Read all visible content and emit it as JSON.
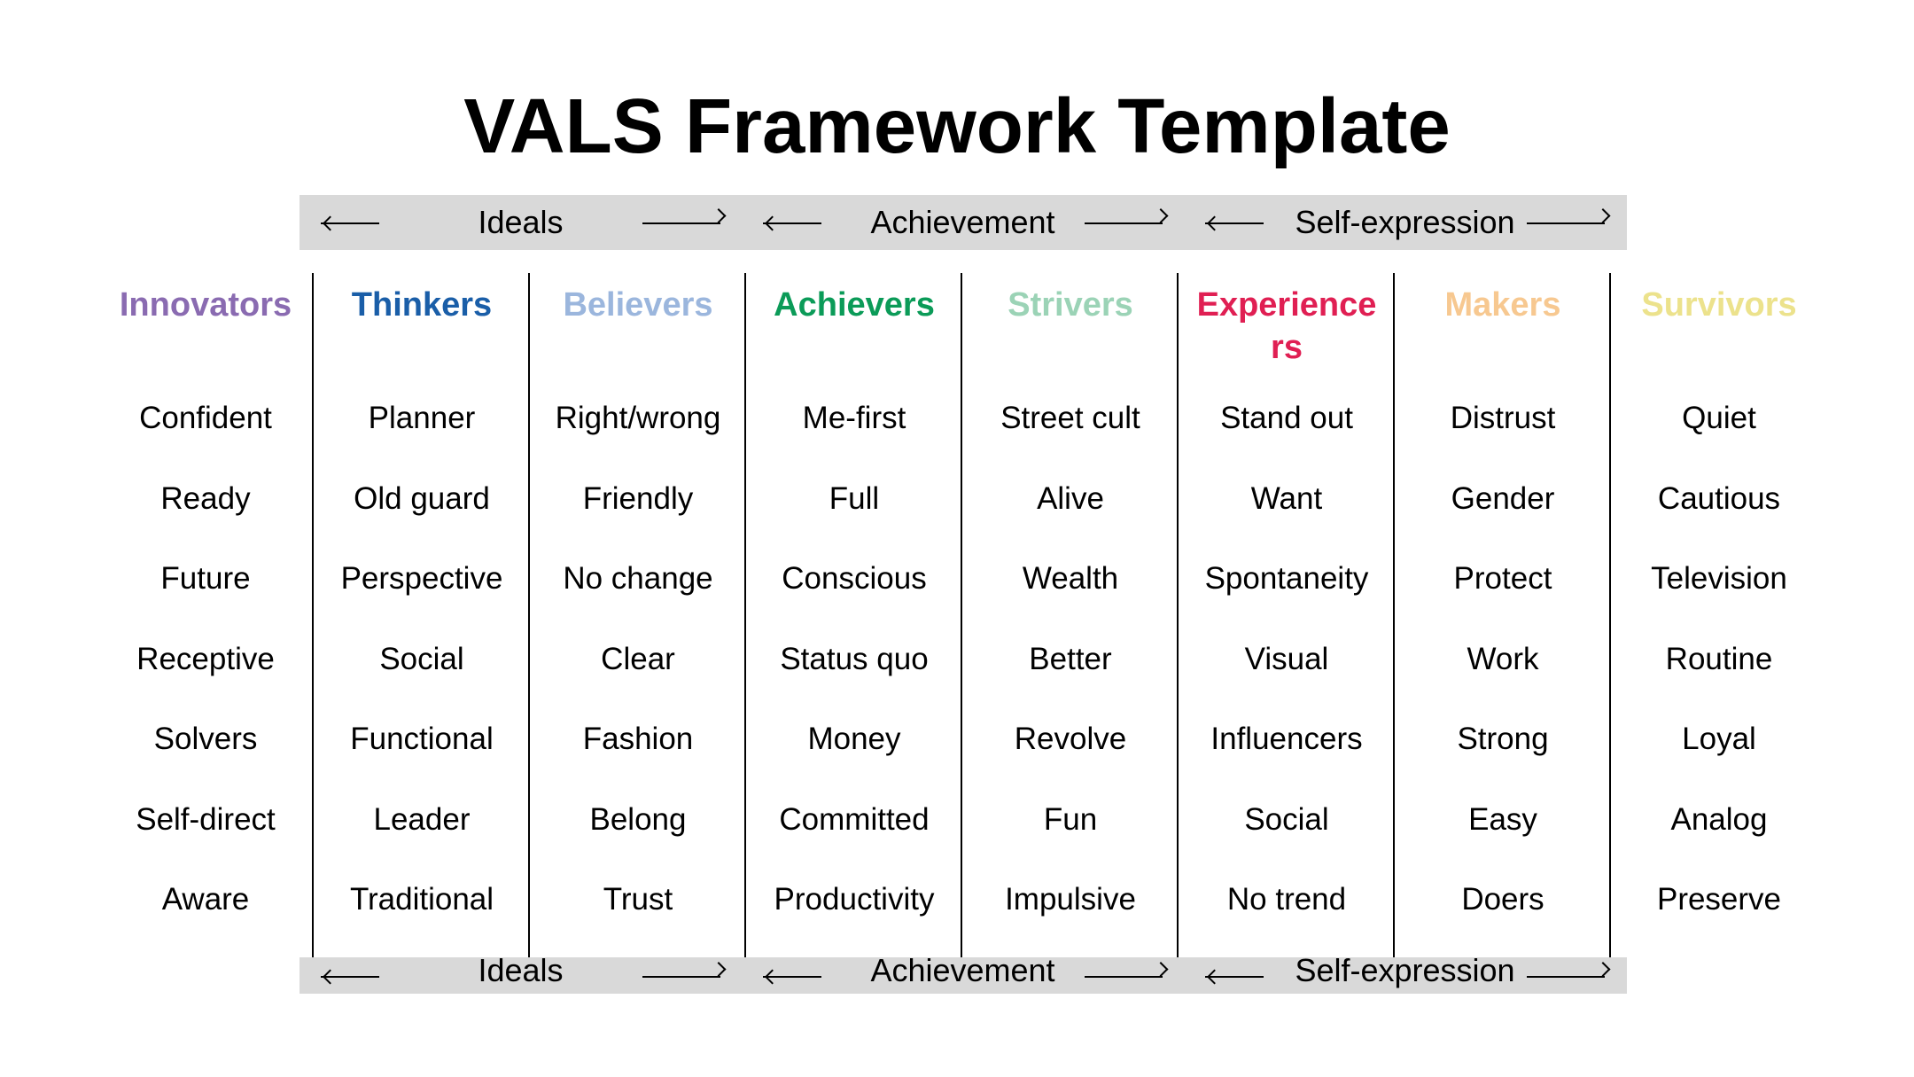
{
  "title": "VALS Framework Template",
  "bands": {
    "top": [
      "Ideals",
      "Achievement",
      "Self-expression"
    ],
    "bottom": [
      "Ideals",
      "Achievement",
      "Self-expression"
    ]
  },
  "colors": {
    "Innovators": "#8a6bb1",
    "Thinkers": "#1a5ea8",
    "Believers": "#9bb6dd",
    "Achievers": "#0b9b58",
    "Strivers": "#9bd3b6",
    "Experiencers": "#e01f53",
    "Makers": "#f7c890",
    "Survivors": "#ece28c",
    "band": "#d9d9d9"
  },
  "columns": [
    {
      "name": "Innovators",
      "items": [
        "Confident",
        "Ready",
        "Future",
        "Receptive",
        "Solvers",
        "Self-direct",
        "Aware"
      ]
    },
    {
      "name": "Thinkers",
      "items": [
        "Planner",
        "Old guard",
        "Perspective",
        "Social",
        "Functional",
        "Leader",
        "Traditional"
      ]
    },
    {
      "name": "Believers",
      "items": [
        "Right/wrong",
        "Friendly",
        "No change",
        "Clear",
        "Fashion",
        "Belong",
        "Trust"
      ]
    },
    {
      "name": "Achievers",
      "items": [
        "Me-first",
        "Full",
        "Conscious",
        "Status quo",
        "Money",
        "Committed",
        "Productivity"
      ]
    },
    {
      "name": "Strivers",
      "items": [
        "Street cult",
        "Alive",
        "Wealth",
        "Better",
        "Revolve",
        "Fun",
        "Impulsive"
      ]
    },
    {
      "name": "Experiencers",
      "items": [
        "Stand out",
        "Want",
        "Spontaneity",
        "Visual",
        "Influencers",
        "Social",
        "No trend"
      ]
    },
    {
      "name": "Makers",
      "items": [
        "Distrust",
        "Gender",
        "Protect",
        "Work",
        "Strong",
        "Easy",
        "Doers"
      ]
    },
    {
      "name": "Survivors",
      "items": [
        "Quiet",
        "Cautious",
        "Television",
        "Routine",
        "Loyal",
        "Analog",
        "Preserve"
      ]
    }
  ]
}
